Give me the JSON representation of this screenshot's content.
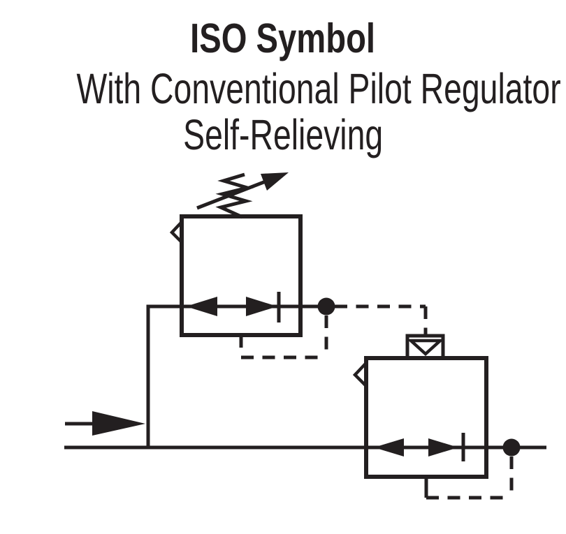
{
  "title": {
    "line1": "ISO Symbol",
    "line2": "With Conventional Pilot Regulator",
    "line3": "Self-Relieving"
  },
  "colors": {
    "ink": "#231f20",
    "background": "#ffffff"
  },
  "diagram": {
    "type": "ISO pneumatic symbol schematic",
    "components": [
      {
        "name": "pilot-regulator-body",
        "label": "upper regulator square"
      },
      {
        "name": "adjustable-spring",
        "label": "zigzag spring on top of pilot regulator"
      },
      {
        "name": "spring-adjust-arrow",
        "label": "diagonal adjustment arrow through spring"
      },
      {
        "name": "pilot-reg-vent-chevron",
        "label": "self-relieving vent chevron, upper-left of pilot regulator"
      },
      {
        "name": "main-regulator-body",
        "label": "lower regulator square"
      },
      {
        "name": "main-reg-vent-chevron",
        "label": "self-relieving vent chevron, upper-left of main regulator"
      },
      {
        "name": "pilot-actuator",
        "label": "pilot actuator box with downward triangle on main regulator"
      },
      {
        "name": "flow-path-arrows",
        "label": "double-headed flow arrows against seat bar inside each regulator"
      },
      {
        "name": "inlet-flow-arrow",
        "label": "solid supply inlet arrow at lower left"
      },
      {
        "name": "main-flow-line",
        "label": "main horizontal flow line"
      },
      {
        "name": "junction-dot-pilot",
        "label": "junction dot on pilot regulator output"
      },
      {
        "name": "junction-dot-main",
        "label": "junction dot on main regulator output"
      },
      {
        "name": "pilot-signal-line",
        "label": "dashed line from pilot output to pilot actuator"
      },
      {
        "name": "feedback-lines",
        "label": "dashed downstream sensing loops to regulator bottoms"
      }
    ]
  }
}
